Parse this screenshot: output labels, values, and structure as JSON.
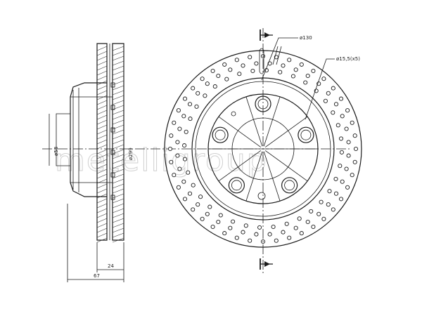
{
  "watermark": "metelligroup",
  "dimensions": {
    "outer_diameter": "ø299",
    "hub_diameter": "ø58",
    "thickness": "24",
    "total_height": "67",
    "pcd": "ø130",
    "bolt_holes": "ø15,5(x5)"
  },
  "colors": {
    "line": "#1a1a1a",
    "watermark": "#d0d0d0",
    "background": "#ffffff"
  }
}
